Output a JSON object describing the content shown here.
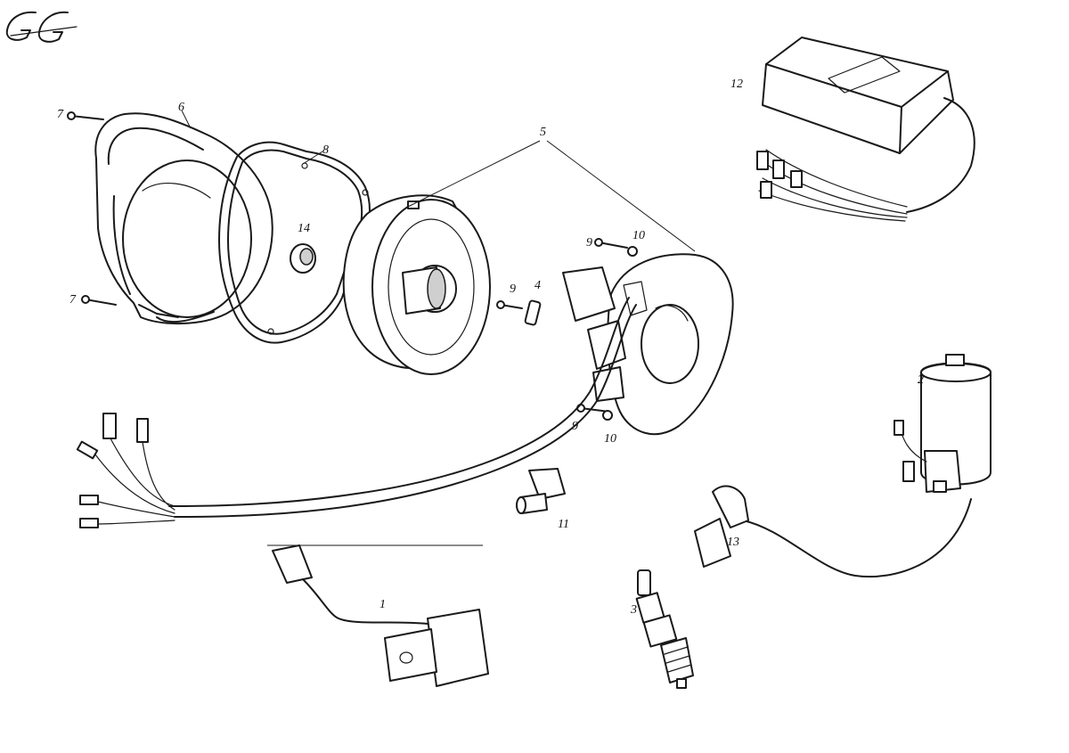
{
  "logo": {
    "text": "GG"
  },
  "callouts": {
    "p1": "1",
    "p2": "2",
    "p3": "3",
    "p4": "4",
    "p5": "5",
    "p6": "6",
    "p7a": "7",
    "p7b": "7",
    "p8": "8",
    "p9a": "9",
    "p9b": "9",
    "p9c": "9",
    "p10a": "10",
    "p10b": "10",
    "p11": "11",
    "p12": "12",
    "p13": "13",
    "p14": "14"
  },
  "colors": {
    "ink": "#1a1a1a",
    "paper": "#ffffff"
  }
}
